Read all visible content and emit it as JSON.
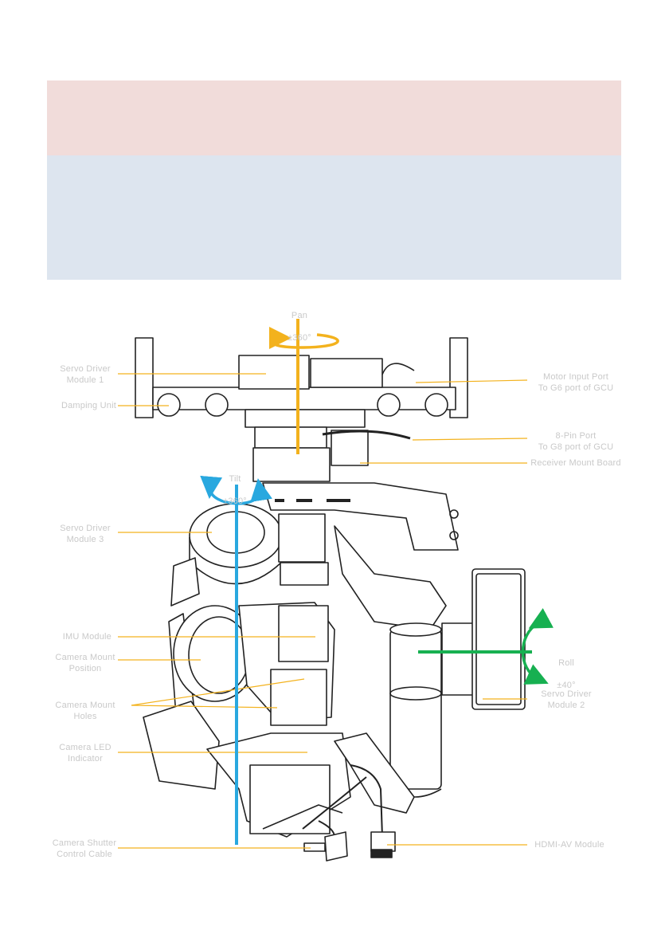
{
  "colors": {
    "pan": "#f3b21d",
    "tilt": "#29a8df",
    "roll": "#17b051",
    "label": "#c9c9c9",
    "line": "#222222",
    "pink_band": "#f1dcda",
    "blue_band": "#dde5ef"
  },
  "axes": {
    "pan": {
      "name": "Pan",
      "range": "±360°"
    },
    "tilt": {
      "name": "Tilt",
      "range": "±360°"
    },
    "roll": {
      "name": "Roll",
      "range": "±40°"
    }
  },
  "labels": {
    "servo_driver_1": "Servo Driver\nModule 1",
    "damping_unit": "Damping Unit",
    "motor_input_port": "Motor Input Port\nTo G6 port of GCU",
    "pin_port": "8-Pin Port\nTo G8 port of GCU",
    "receiver_mount_board": "Receiver Mount Board",
    "servo_driver_3": "Servo Driver\nModule 3",
    "imu_module": "IMU Module",
    "camera_mount_position": "Camera Mount\nPosition",
    "camera_mount_holes": "Camera Mount\nHoles",
    "camera_led": "Camera LED\nIndicator",
    "servo_driver_2": "Servo Driver\nModule 2",
    "shutter_cable": "Camera Shutter\nControl Cable",
    "hdmi_av": "HDMI-AV Module"
  }
}
